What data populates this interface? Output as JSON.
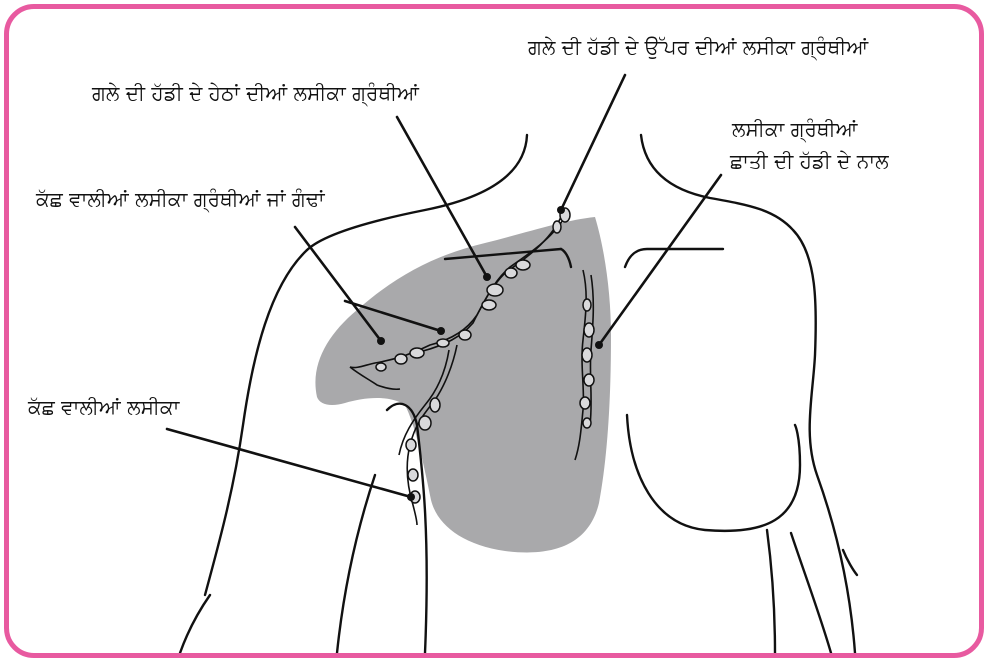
{
  "colors": {
    "frame": "#e85aa0",
    "shade": "#a9a9ab",
    "ink": "#111111"
  },
  "labels": {
    "supraclavicular": "ਗਲੇ ਦੀ ਹੱਡੀ ਦੇ ਉੱਪਰ ਦੀਆਂ ਲਸੀਕਾ ਗ੍ਰੰਥੀਆਂ",
    "infraclavicular": "ਗਲੇ ਦੀ ਹੱਡੀ ਦੇ ਹੇਠਾਂ ਦੀਆਂ ਲਸੀਕਾ ਗ੍ਰੰਥੀਆਂ",
    "internal_mammary_line1": "ਲਸੀਕਾ ਗ੍ਰੰਥੀਆਂ",
    "internal_mammary_line2": "ਛਾਤੀ ਦੀ ਹੱਡੀ ਦੇ ਨਾਲ",
    "axillary_nodes": "ਕੱਛ ਵਾਲੀਆਂ ਲਸੀਕਾ ਗ੍ਰੰਥੀਆਂ ਜਾਂ ਗੰਢਾਂ",
    "axillary_lymph": "ਕੱਛ ਵਾਲੀਆਂ ਲਸੀਕਾ"
  }
}
